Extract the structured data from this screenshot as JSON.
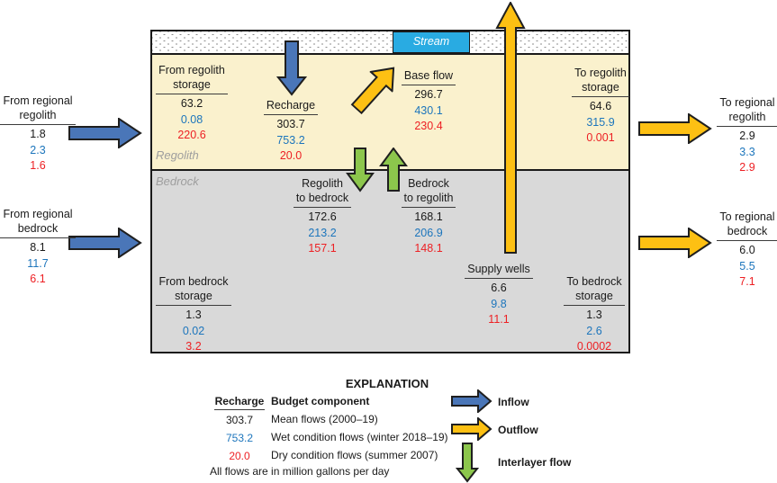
{
  "colors": {
    "inflow_blue": "#4a76b8",
    "outflow_yellow": "#fdc013",
    "interlayer_green": "#8cc64c",
    "stream_blue": "#29abe2",
    "regolith_background": "#faf1cd",
    "bedrock_background": "#d9d9d9",
    "mean_text": "#1a1a1a",
    "wet_text": "#1c75bc",
    "dry_text": "#ed2024"
  },
  "diagram": {
    "stream_label": "Stream",
    "regolith_label": "Regolith",
    "bedrock_label": "Bedrock",
    "flows": {
      "from_regional_regolith": {
        "label": "From regional\nregolith",
        "mean": "1.8",
        "wet": "2.3",
        "dry": "1.6"
      },
      "from_regional_bedrock": {
        "label": "From regional\nbedrock",
        "mean": "8.1",
        "wet": "11.7",
        "dry": "6.1"
      },
      "from_regolith_storage": {
        "label": "From regolith\nstorage",
        "mean": "63.2",
        "wet": "0.08",
        "dry": "220.6"
      },
      "recharge": {
        "label": "Recharge",
        "mean": "303.7",
        "wet": "753.2",
        "dry": "20.0"
      },
      "base_flow": {
        "label": "Base flow",
        "mean": "296.7",
        "wet": "430.1",
        "dry": "230.4"
      },
      "to_regolith_storage": {
        "label": "To regolith\nstorage",
        "mean": "64.6",
        "wet": "315.9",
        "dry": "0.001"
      },
      "to_regional_regolith": {
        "label": "To regional\nregolith",
        "mean": "2.9",
        "wet": "3.3",
        "dry": "2.9"
      },
      "regolith_to_bedrock": {
        "label": "Regolith\nto bedrock",
        "mean": "172.6",
        "wet": "213.2",
        "dry": "157.1"
      },
      "bedrock_to_regolith": {
        "label": "Bedrock\nto regolith",
        "mean": "168.1",
        "wet": "206.9",
        "dry": "148.1"
      },
      "from_bedrock_storage": {
        "label": "From bedrock\nstorage",
        "mean": "1.3",
        "wet": "0.02",
        "dry": "3.2"
      },
      "supply_wells": {
        "label": "Supply wells",
        "mean": "6.6",
        "wet": "9.8",
        "dry": "11.1"
      },
      "to_bedrock_storage": {
        "label": "To bedrock\nstorage",
        "mean": "1.3",
        "wet": "2.6",
        "dry": "0.0002"
      },
      "to_regional_bedrock": {
        "label": "To regional\nbedrock",
        "mean": "6.0",
        "wet": "5.5",
        "dry": "7.1"
      }
    }
  },
  "legend": {
    "title": "EXPLANATION",
    "sample_header": "Recharge",
    "component_header": "Budget component",
    "rows": [
      {
        "value": "303.7",
        "desc": "Mean flows (2000–19)"
      },
      {
        "value": "753.2",
        "desc": "Wet condition flows (winter 2018–19)"
      },
      {
        "value": "20.0",
        "desc": "Dry condition flows (summer 2007)"
      }
    ],
    "note": "All flows are in million gallons per day",
    "arrows": {
      "inflow": "Inflow",
      "outflow": "Outflow",
      "interlayer": "Interlayer flow"
    }
  }
}
